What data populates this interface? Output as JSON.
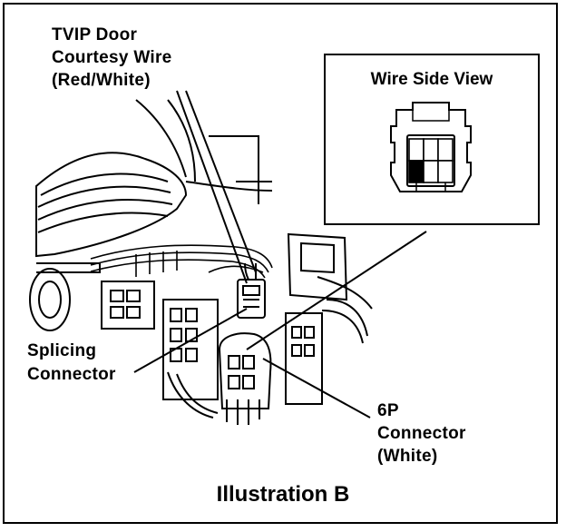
{
  "callouts": {
    "tvip_line1": "TVIP Door",
    "tvip_line2": "Courtesy Wire",
    "tvip_line3": "(Red/White)",
    "splicing_line1": "Splicing",
    "splicing_line2": "Connector",
    "sixp_line1": "6P",
    "sixp_line2": "Connector",
    "sixp_line3": "(White)"
  },
  "inset": {
    "title": "Wire Side View"
  },
  "caption": "Illustration B",
  "colors": {
    "ink": "#000000",
    "paper": "#ffffff"
  }
}
